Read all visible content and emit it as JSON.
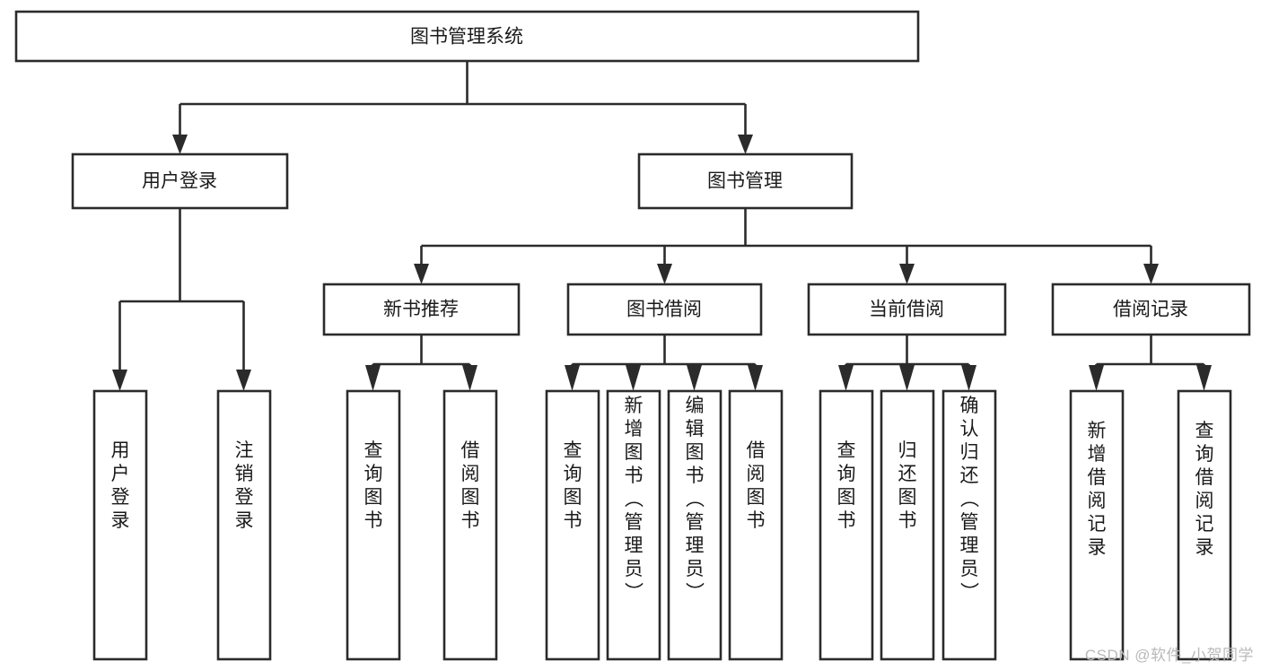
{
  "diagram": {
    "type": "tree-hierarchy",
    "title": "图书管理系统",
    "watermark": "CSDN @软件_小贺同学",
    "colors": {
      "stroke": "#2b2b2b",
      "fill": "#ffffff",
      "text": "#1a1a1a",
      "watermark": "#b9b9b9"
    },
    "levels": {
      "level0": [
        {
          "id": "root",
          "label": "图书管理系统",
          "orientation": "horizontal"
        }
      ],
      "level1": [
        {
          "id": "user-login",
          "label": "用户登录",
          "orientation": "horizontal",
          "parent": "root"
        },
        {
          "id": "book-manage",
          "label": "图书管理",
          "orientation": "horizontal",
          "parent": "root"
        }
      ],
      "level2": [
        {
          "id": "new-book-rec",
          "label": "新书推荐",
          "orientation": "horizontal",
          "parent": "book-manage"
        },
        {
          "id": "book-borrow",
          "label": "图书借阅",
          "orientation": "horizontal",
          "parent": "book-manage"
        },
        {
          "id": "current-borrow",
          "label": "当前借阅",
          "orientation": "horizontal",
          "parent": "book-manage"
        },
        {
          "id": "borrow-record",
          "label": "借阅记录",
          "orientation": "horizontal",
          "parent": "book-manage"
        }
      ],
      "level3": [
        {
          "id": "leaf-user-login",
          "label": "用户登录",
          "orientation": "vertical",
          "parent": "user-login"
        },
        {
          "id": "leaf-user-logout",
          "label": "注销登录",
          "orientation": "vertical",
          "parent": "user-login"
        },
        {
          "id": "leaf-query-book-1",
          "label": "查询图书",
          "orientation": "vertical",
          "parent": "new-book-rec"
        },
        {
          "id": "leaf-borrow-book-1",
          "label": "借阅图书",
          "orientation": "vertical",
          "parent": "new-book-rec"
        },
        {
          "id": "leaf-query-book-2",
          "label": "查询图书",
          "orientation": "vertical",
          "parent": "book-borrow"
        },
        {
          "id": "leaf-add-book",
          "label": "新增图书（管理员）",
          "orientation": "vertical",
          "parent": "book-borrow"
        },
        {
          "id": "leaf-edit-book",
          "label": "编辑图书（管理员）",
          "orientation": "vertical",
          "parent": "book-borrow"
        },
        {
          "id": "leaf-borrow-book-2",
          "label": "借阅图书",
          "orientation": "vertical",
          "parent": "book-borrow"
        },
        {
          "id": "leaf-query-book-3",
          "label": "查询图书",
          "orientation": "vertical",
          "parent": "current-borrow"
        },
        {
          "id": "leaf-return-book",
          "label": "归还图书",
          "orientation": "vertical",
          "parent": "current-borrow"
        },
        {
          "id": "leaf-confirm-return",
          "label": "确认归还（管理员）",
          "orientation": "vertical",
          "parent": "current-borrow"
        },
        {
          "id": "leaf-add-record",
          "label": "新增借阅记录",
          "orientation": "vertical",
          "parent": "borrow-record"
        },
        {
          "id": "leaf-query-record",
          "label": "查询借阅记录",
          "orientation": "vertical",
          "parent": "borrow-record"
        }
      ]
    }
  }
}
